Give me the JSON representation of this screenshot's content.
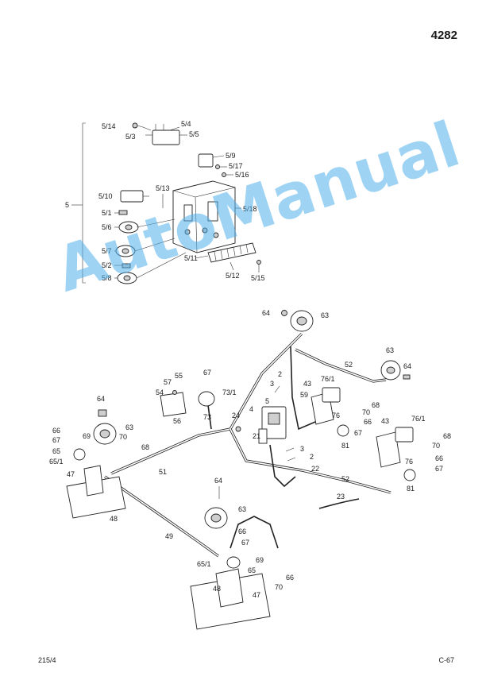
{
  "page_number": "4282",
  "footer_left": "215/4",
  "footer_right": "C-67",
  "watermark": "AutoManual",
  "labels": {
    "bracket_group": "5",
    "l5_14": "5/14",
    "l5_4": "5/4",
    "l5_3": "5/3",
    "l5_5": "5/5",
    "l5_9": "5/9",
    "l5_17": "5/17",
    "l5_16": "5/16",
    "l5_10": "5/10",
    "l5_13": "5/13",
    "l5_1": "5/1",
    "l5_6": "5/6",
    "l5_18": "5/18",
    "l5_7": "5/7",
    "l5_11": "5/11",
    "l5_2": "5/2",
    "l5_8": "5/8",
    "l5_12": "5/12",
    "l5_15": "5/15",
    "l64a": "64",
    "l63a": "63",
    "l63b": "63",
    "l64b": "64",
    "l52a": "52",
    "l2a": "2",
    "l3a": "3",
    "l5a": "5",
    "l43a": "43",
    "l76_1a": "76/1",
    "l68a": "68",
    "l70a": "70",
    "l66a": "66",
    "l76a": "76",
    "l67a": "67",
    "l81a": "81",
    "l59": "59",
    "l24": "24",
    "l4": "4",
    "l21": "21",
    "l3b": "3",
    "l2b": "2",
    "l22": "22",
    "l43b": "43",
    "l76_1b": "76/1",
    "l68b": "68",
    "l70b": "70",
    "l66b": "66",
    "l67b": "67",
    "l76b": "76",
    "l81b": "81",
    "l52b": "52",
    "l23": "23",
    "l55": "55",
    "l57": "57",
    "l67c": "67",
    "l73_1": "73/1",
    "l54": "54",
    "l56": "56",
    "l73": "73",
    "l64c": "64",
    "l66c": "66",
    "l67d": "67",
    "l69a": "69",
    "l63c": "63",
    "l70c": "70",
    "l68c": "68",
    "l65a": "65",
    "l65_1a": "65/1",
    "l51": "51",
    "l47a": "47",
    "l48a": "48",
    "l64d": "64",
    "l63d": "63",
    "l49": "49",
    "l66d": "66",
    "l67e": "67",
    "l69b": "69",
    "l65_1b": "65/1",
    "l65b": "65",
    "l66e": "66",
    "l70d": "70",
    "l48b": "48",
    "l47b": "47"
  }
}
